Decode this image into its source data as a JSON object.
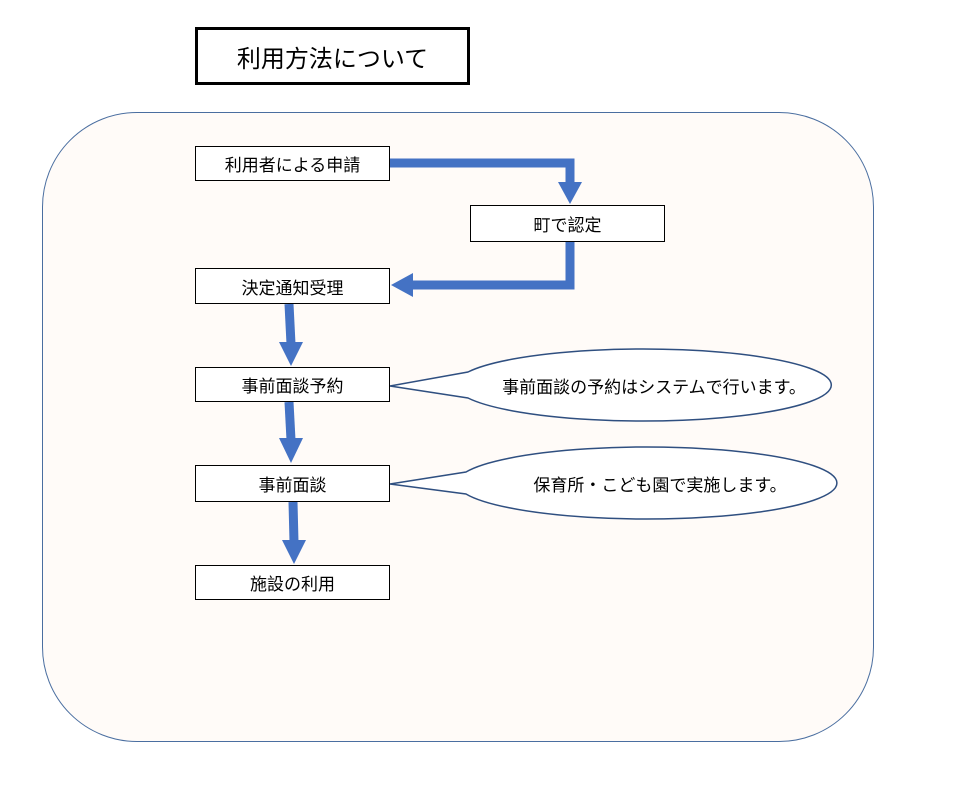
{
  "title": "利用方法について",
  "steps": [
    {
      "label": "利用者による申請"
    },
    {
      "label": "町で認定"
    },
    {
      "label": "決定通知受理"
    },
    {
      "label": "事前面談予約"
    },
    {
      "label": "事前面談"
    },
    {
      "label": "施設の利用"
    }
  ],
  "notes": [
    {
      "label": "事前面談の予約はシステムで行います。"
    },
    {
      "label": "保育所・こども園で実施します。"
    }
  ],
  "colors": {
    "arrow": "#4472c4",
    "panel_border": "#4a6ea0",
    "panel_fill": "#fffbf8",
    "callout_border": "#2f4f80"
  }
}
